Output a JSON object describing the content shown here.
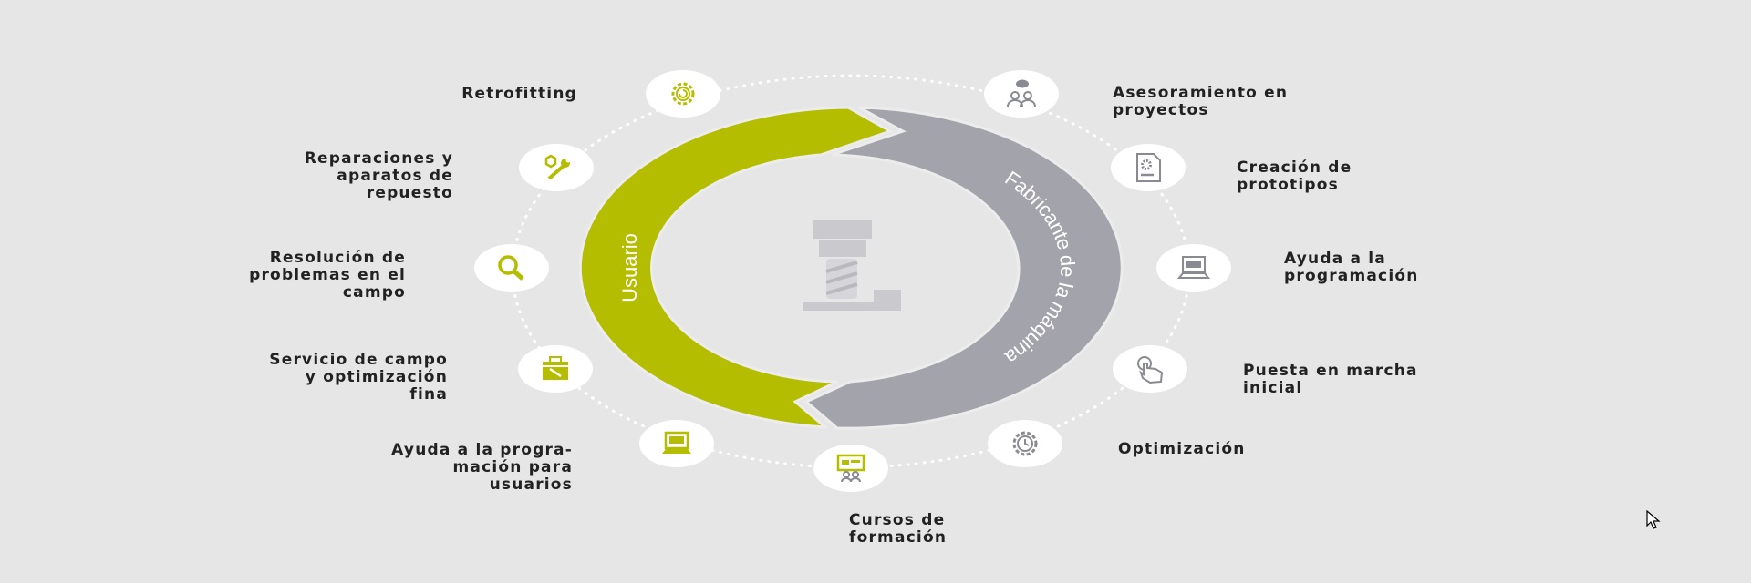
{
  "ring": {
    "left_label": "Usuario",
    "right_label": "Fabricante de la máquina",
    "colors": {
      "user": "#b5bd00",
      "manufacturer": "#a3a3ab",
      "background": "#e6e6e6"
    }
  },
  "user_services": [
    {
      "label": "Retrofitting",
      "icon": "gear-refresh-icon"
    },
    {
      "label": "Reparaciones y\naparatos de\nrepuesto",
      "icon": "wrench-nut-icon"
    },
    {
      "label": "Resolución de\nproblemas en el\ncampo",
      "icon": "magnifier-icon"
    },
    {
      "label": "Servicio de campo\ny optimización\nfina",
      "icon": "toolbox-icon"
    },
    {
      "label": "Ayuda a la progra-\nmación para\nusuarios",
      "icon": "laptop-code-icon"
    },
    {
      "label": "Cursos de\nformación",
      "icon": "training-icon"
    }
  ],
  "manufacturer_services": [
    {
      "label": "Asesoramiento en\nproyectos",
      "icon": "consulting-people-icon"
    },
    {
      "label": "Creación de\nprototipos",
      "icon": "document-gear-icon"
    },
    {
      "label": "Ayuda a la\nprogramación",
      "icon": "laptop-code-icon"
    },
    {
      "label": "Puesta en marcha\ninicial",
      "icon": "touch-hand-icon"
    },
    {
      "label": "Optimización",
      "icon": "gear-clock-icon"
    }
  ]
}
